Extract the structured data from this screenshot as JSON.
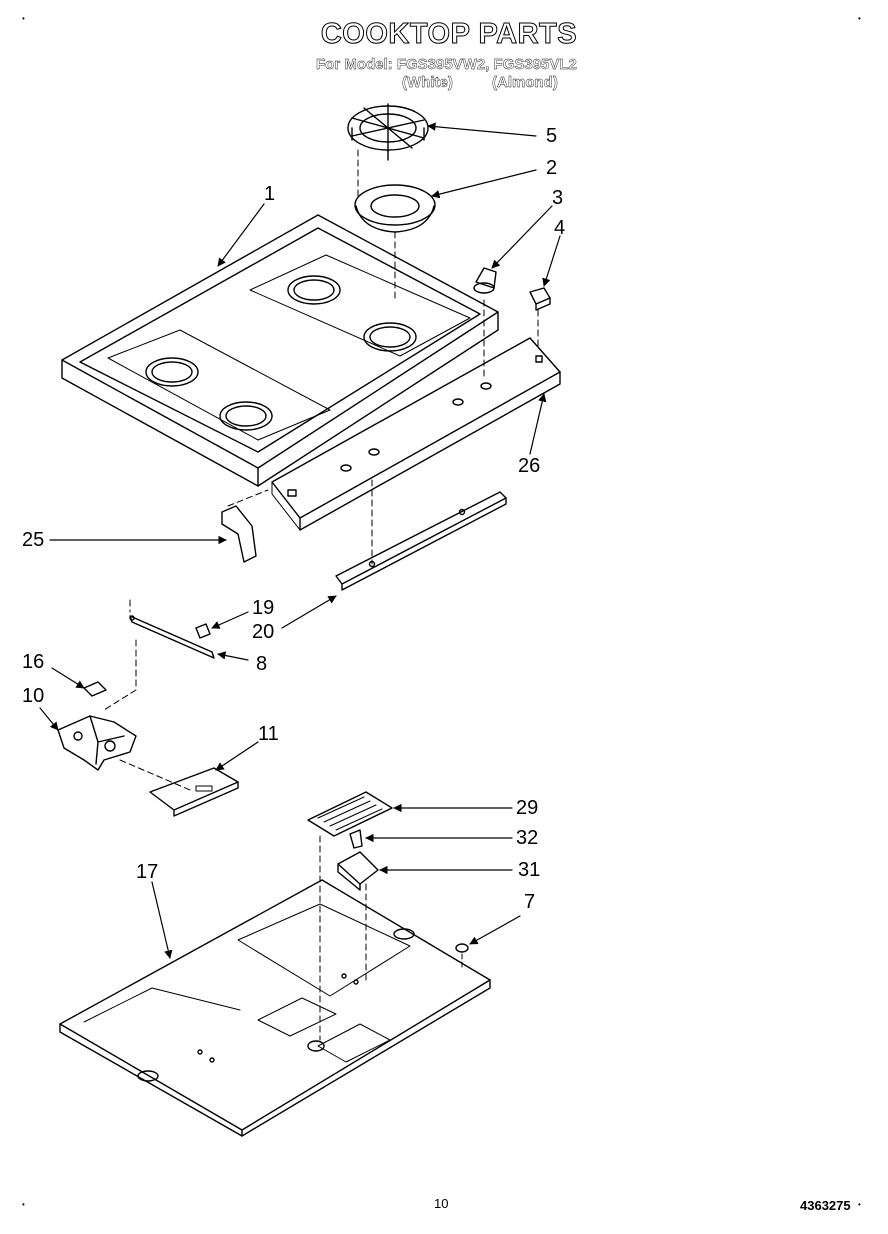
{
  "header": {
    "title": "COOKTOP PARTS",
    "model_line": "For Model: FGS395VW2, FGS395VL2",
    "variant_white": "(White)",
    "variant_almond": "(Almond)"
  },
  "callouts": [
    "5",
    "2",
    "3",
    "4",
    "1",
    "26",
    "25",
    "19",
    "20",
    "8",
    "16",
    "10",
    "11",
    "29",
    "32",
    "31",
    "17",
    "7"
  ],
  "footer": {
    "page_number": "10",
    "doc_number": "4363275"
  },
  "corner_mark": "•"
}
